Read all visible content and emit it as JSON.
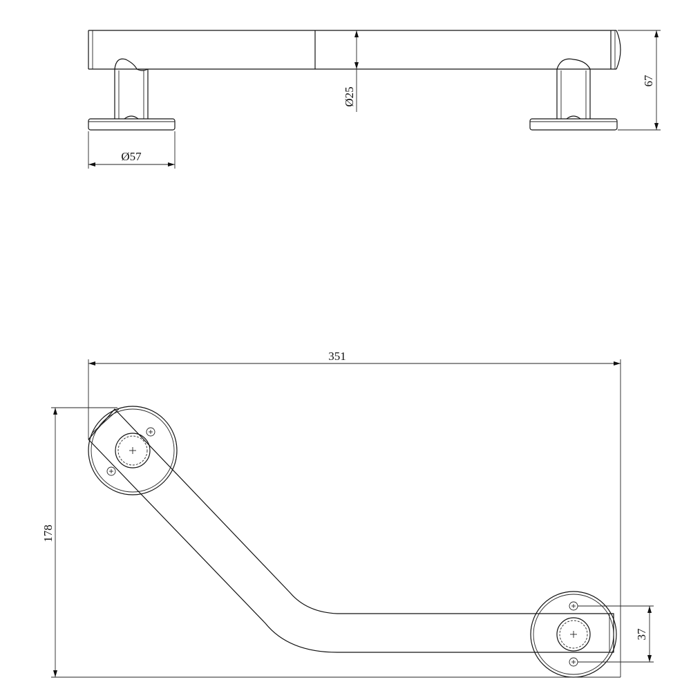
{
  "dimensions": {
    "base_diameter": "Ø57",
    "tube_diameter": "Ø25",
    "projection": "67",
    "overall_length": "351",
    "overall_height": "178",
    "screw_spacing": "37"
  }
}
